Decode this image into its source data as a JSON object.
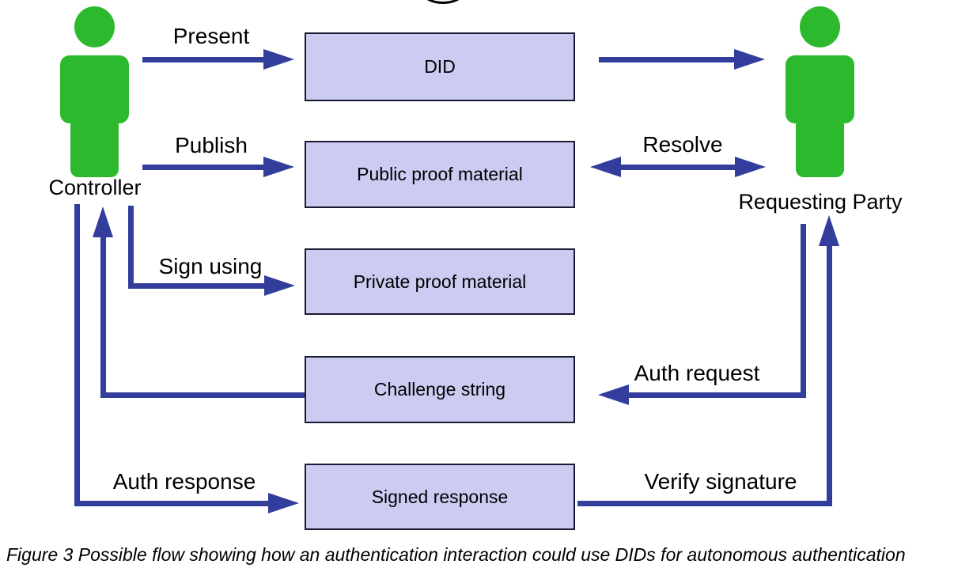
{
  "diagram": {
    "caption": "Figure 3 Possible flow showing how an authentication interaction could use DIDs for autonomous authentication",
    "actors": [
      {
        "id": "controller",
        "label": "Controller"
      },
      {
        "id": "requesting-party",
        "label": "Requesting Party"
      }
    ],
    "boxes": [
      {
        "id": "did",
        "label": "DID"
      },
      {
        "id": "public-proof-material",
        "label": "Public proof material"
      },
      {
        "id": "private-proof-material",
        "label": "Private proof material"
      },
      {
        "id": "challenge-string",
        "label": "Challenge string"
      },
      {
        "id": "signed-response",
        "label": "Signed response"
      }
    ],
    "arrows": [
      {
        "id": "present",
        "label": "Present",
        "from": "Controller",
        "to": "DID"
      },
      {
        "id": "publish",
        "label": "Publish",
        "from": "Controller",
        "to": "Public proof material"
      },
      {
        "id": "did-to-requesting-party",
        "label": "",
        "from": "DID",
        "to": "Requesting Party"
      },
      {
        "id": "resolve",
        "label": "Resolve",
        "from": "Requesting Party",
        "to": "Public proof material",
        "bidirectional": true
      },
      {
        "id": "sign-using",
        "label": "Sign using",
        "from": "Controller",
        "to": "Private proof material"
      },
      {
        "id": "challenge-to-controller",
        "label": "",
        "from": "Challenge string",
        "to": "Controller"
      },
      {
        "id": "auth-request",
        "label": "Auth request",
        "from": "Requesting Party",
        "to": "Challenge string"
      },
      {
        "id": "auth-response",
        "label": "Auth response",
        "from": "Controller",
        "to": "Signed response"
      },
      {
        "id": "verify-signature",
        "label": "Verify signature",
        "from": "Signed response",
        "to": "Requesting Party"
      }
    ],
    "colors": {
      "arrow": "#333E9C",
      "box_fill": "#CCCCF3",
      "box_border": "#1A1A33",
      "person": "#2DB92D",
      "text": "#000000",
      "background": "#FFFFFF"
    }
  }
}
